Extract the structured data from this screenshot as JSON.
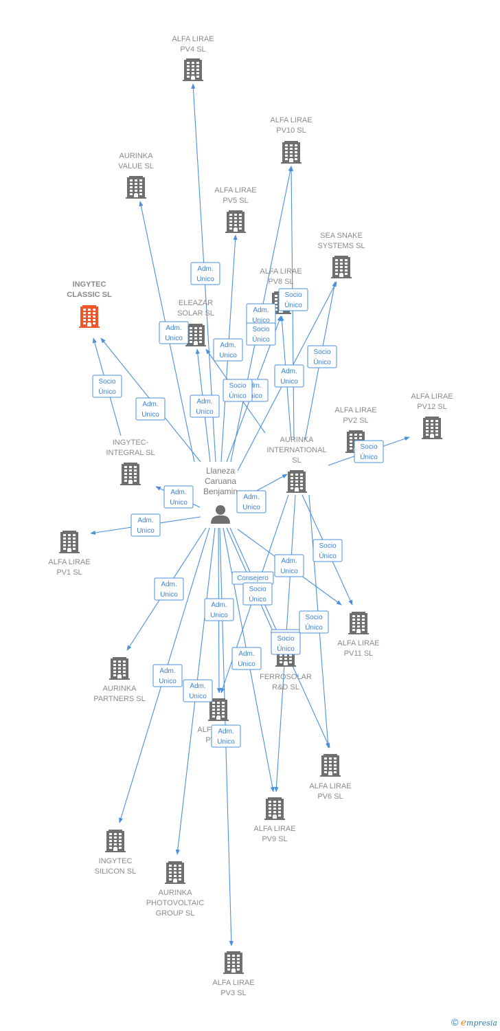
{
  "person": {
    "id": "person",
    "lines": [
      "Llaneza",
      "Caruana",
      "Benjamin"
    ]
  },
  "companies": [
    {
      "id": "pv4",
      "lines": [
        "ALFA LIRAE",
        "PV4  SL"
      ]
    },
    {
      "id": "pv10",
      "lines": [
        "ALFA LIRAE",
        "PV10  SL"
      ]
    },
    {
      "id": "aurinka_value",
      "lines": [
        "AURINKA",
        "VALUE SL"
      ]
    },
    {
      "id": "pv5",
      "lines": [
        "ALFA LIRAE",
        "PV5  SL"
      ]
    },
    {
      "id": "sea_snake",
      "lines": [
        "SEA SNAKE",
        "SYSTEMS  SL"
      ]
    },
    {
      "id": "pv8",
      "lines": [
        "ALFA LIRAE",
        "PV8  SL"
      ]
    },
    {
      "id": "ingytec_classic",
      "lines": [
        "INGYTEC",
        "CLASSIC  SL"
      ],
      "focus": true
    },
    {
      "id": "eleazar",
      "lines": [
        "ELEAZAR",
        "SOLAR  SL"
      ]
    },
    {
      "id": "pv2",
      "lines": [
        "ALFA LIRAE",
        "PV2  SL"
      ]
    },
    {
      "id": "pv12",
      "lines": [
        "ALFA LIRAE",
        "PV12  SL"
      ]
    },
    {
      "id": "ingytec_integral",
      "lines": [
        "INGYTEC-",
        "INTEGRAL  SL"
      ]
    },
    {
      "id": "aurinka_int",
      "lines": [
        "AURINKA",
        "INTERNATIONAL",
        "SL"
      ]
    },
    {
      "id": "pv1",
      "lines": [
        "ALFA LIRAE",
        "PV1  SL"
      ]
    },
    {
      "id": "pv11",
      "lines": [
        "ALFA LIRAE",
        "PV11  SL"
      ]
    },
    {
      "id": "aurinka_partners",
      "lines": [
        "AURINKA",
        "PARTNERS  SL"
      ]
    },
    {
      "id": "ferrosolar",
      "lines": [
        "FERROSOLAR",
        "R&D  SL"
      ]
    },
    {
      "id": "pv7",
      "lines": [
        "ALFA LIRAE",
        "PV7  SL"
      ]
    },
    {
      "id": "pv6",
      "lines": [
        "ALFA LIRAE",
        "PV6  SL"
      ]
    },
    {
      "id": "pv9",
      "lines": [
        "ALFA LIRAE",
        "PV9  SL"
      ]
    },
    {
      "id": "ingytec_silicon",
      "lines": [
        "INGYTEC",
        "SILICON  SL"
      ]
    },
    {
      "id": "aurinka_photo",
      "lines": [
        "AURINKA",
        "PHOTOVOLTAIC",
        "GROUP SL"
      ]
    },
    {
      "id": "pv3",
      "lines": [
        "ALFA LIRAE",
        "PV3  SL"
      ]
    }
  ],
  "relations": [
    {
      "from": "person",
      "to": "pv4",
      "label": [
        "Adm.",
        "Unico"
      ]
    },
    {
      "from": "person",
      "to": "pv10",
      "label": [
        "Adm.",
        "Unico"
      ]
    },
    {
      "from": "person",
      "to": "aurinka_value",
      "label": [
        "Adm.",
        "Unico"
      ]
    },
    {
      "from": "person",
      "to": "pv5",
      "label": [
        "Adm.",
        "Unico"
      ]
    },
    {
      "from": "person",
      "to": "sea_snake",
      "label": [
        "Adm.",
        "Unico"
      ]
    },
    {
      "from": "person",
      "to": "pv8",
      "label": [
        "Adm.",
        "Unico"
      ]
    },
    {
      "from": "person",
      "to": "ingytec_classic",
      "label": [
        "Adm.",
        "Unico"
      ]
    },
    {
      "from": "person",
      "to": "eleazar",
      "label": [
        "Adm.",
        "Unico"
      ]
    },
    {
      "from": "person",
      "to": "aurinka_int",
      "label": [
        "Adm.",
        "Unico"
      ]
    },
    {
      "from": "person",
      "to": "ingytec_integral",
      "label": [
        "Adm.",
        "Unico"
      ]
    },
    {
      "from": "person",
      "to": "pv1",
      "label": [
        "Adm.",
        "Unico"
      ]
    },
    {
      "from": "person",
      "to": "pv11",
      "label": [
        "Adm.",
        "Unico"
      ]
    },
    {
      "from": "person",
      "to": "aurinka_partners",
      "label": [
        "Adm.",
        "Unico"
      ]
    },
    {
      "from": "person",
      "to": "ferrosolar",
      "label": [
        "Consejero"
      ]
    },
    {
      "from": "person",
      "to": "pv7",
      "label": [
        "Adm.",
        "Unico"
      ]
    },
    {
      "from": "person",
      "to": "pv6",
      "label": [
        "Adm.",
        "Unico"
      ]
    },
    {
      "from": "person",
      "to": "pv9",
      "label": [
        "Adm.",
        "Unico"
      ]
    },
    {
      "from": "person",
      "to": "ingytec_silicon",
      "label": [
        "Adm.",
        "Unico"
      ]
    },
    {
      "from": "person",
      "to": "aurinka_photo",
      "label": [
        "Adm.",
        "Unico"
      ]
    },
    {
      "from": "person",
      "to": "pv3",
      "label": [
        "Adm.",
        "Unico"
      ]
    },
    {
      "from": "ingytec_integral",
      "to": "ingytec_classic",
      "label": [
        "Socio",
        "Único"
      ]
    },
    {
      "from": "aurinka_int",
      "to": "pv10",
      "label": [
        "Socio",
        "Único"
      ]
    },
    {
      "from": "aurinka_int",
      "to": "pv8",
      "label": [
        "Socio",
        "Único"
      ]
    },
    {
      "from": "aurinka_int",
      "to": "sea_snake",
      "label": [
        "Socio",
        "Único"
      ]
    },
    {
      "from": "aurinka_int",
      "to": "eleazar",
      "label": [
        "Socio",
        "Único"
      ]
    },
    {
      "from": "aurinka_int",
      "to": "pv2",
      "label": [
        "Socio",
        "Único"
      ]
    },
    {
      "from": "aurinka_int",
      "to": "pv11",
      "label": [
        "Socio",
        "Único"
      ]
    },
    {
      "from": "aurinka_int",
      "to": "pv7",
      "label": [
        "Socio",
        "Único"
      ]
    },
    {
      "from": "aurinka_int",
      "to": "pv6",
      "label": [
        "Socio",
        "Único"
      ]
    },
    {
      "from": "aurinka_int",
      "to": "pv9",
      "label": [
        "Socio",
        "Único"
      ]
    }
  ],
  "colors": {
    "edge": "#4a8fdc",
    "building": "#6f6f6f",
    "focus": "#f0562a",
    "label": "#8a8a8a"
  },
  "footer": {
    "copyright": "©",
    "brand_e": "e",
    "brand_rest": "mpresia"
  }
}
